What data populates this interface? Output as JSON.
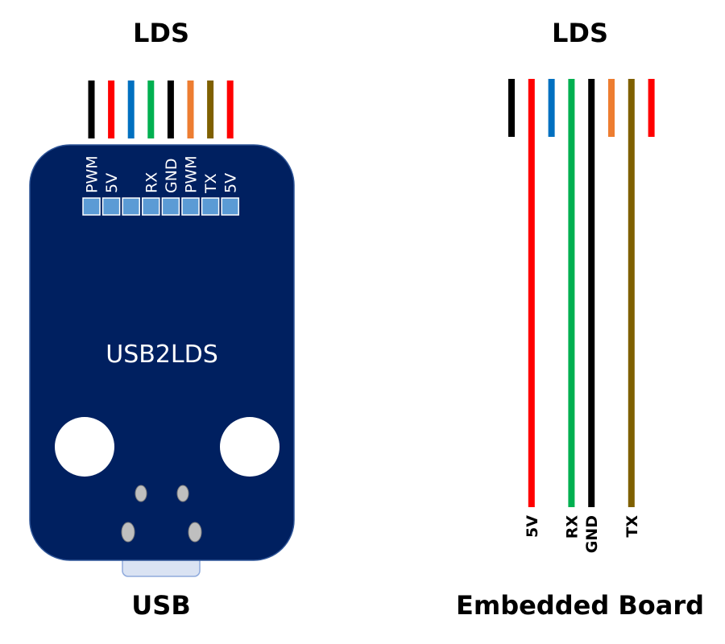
{
  "left": {
    "title": "LDS",
    "board_name": "USB2LDS",
    "bottom_label": "USB",
    "pins": [
      {
        "label": "PWM",
        "color": "#000000"
      },
      {
        "label": "5V",
        "color": "#ff0000"
      },
      {
        "label": "",
        "color": "#0070c0"
      },
      {
        "label": "RX",
        "color": "#00b050"
      },
      {
        "label": "GND",
        "color": "#000000"
      },
      {
        "label": "PWM",
        "color": "#ed7d31"
      },
      {
        "label": "TX",
        "color": "#7f6000"
      },
      {
        "label": "5V",
        "color": "#ff0000"
      }
    ]
  },
  "right": {
    "title": "LDS",
    "bottom_label": "Embedded Board",
    "wires": [
      {
        "color": "#000000",
        "extended": false,
        "label": ""
      },
      {
        "color": "#ff0000",
        "extended": true,
        "label": "5V"
      },
      {
        "color": "#0070c0",
        "extended": false,
        "label": ""
      },
      {
        "color": "#00b050",
        "extended": true,
        "label": "RX"
      },
      {
        "color": "#000000",
        "extended": true,
        "label": "GND"
      },
      {
        "color": "#ed7d31",
        "extended": false,
        "label": ""
      },
      {
        "color": "#7f6000",
        "extended": true,
        "label": "TX"
      },
      {
        "color": "#ff0000",
        "extended": false,
        "label": ""
      }
    ]
  },
  "colors": {
    "board": "#002060",
    "board_border": "#2f5597",
    "pad": "#5b9bd5",
    "usb_port": "#dae3f3",
    "hole": "#ffffff",
    "led": "#bfbfbf"
  }
}
